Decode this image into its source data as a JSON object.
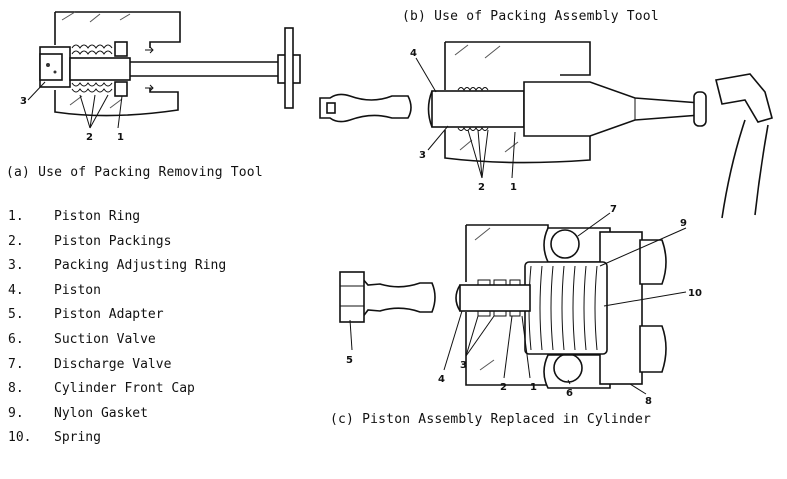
{
  "captions": {
    "a": "(a)  Use of Packing Removing Tool",
    "b": "(b)  Use of Packing Assembly Tool",
    "c": "(c)  Piston Assembly Replaced in Cylinder"
  },
  "legend": [
    {
      "num": "1.",
      "label": "Piston Ring"
    },
    {
      "num": "2.",
      "label": "Piston Packings"
    },
    {
      "num": "3.",
      "label": "Packing Adjusting Ring"
    },
    {
      "num": "4.",
      "label": "Piston"
    },
    {
      "num": "5.",
      "label": "Piston Adapter"
    },
    {
      "num": "6.",
      "label": "Suction Valve"
    },
    {
      "num": "7.",
      "label": "Discharge Valve"
    },
    {
      "num": "8.",
      "label": "Cylinder Front Cap"
    },
    {
      "num": "9.",
      "label": "Nylon Gasket"
    },
    {
      "num": "10.",
      "label": "Spring"
    }
  ],
  "callouts": {
    "a": [
      "3",
      "2",
      "1"
    ],
    "b": [
      "4",
      "3",
      "2",
      "1"
    ],
    "c": [
      "7",
      "9",
      "10",
      "5",
      "4",
      "3",
      "2",
      "1",
      "6",
      "8"
    ]
  }
}
